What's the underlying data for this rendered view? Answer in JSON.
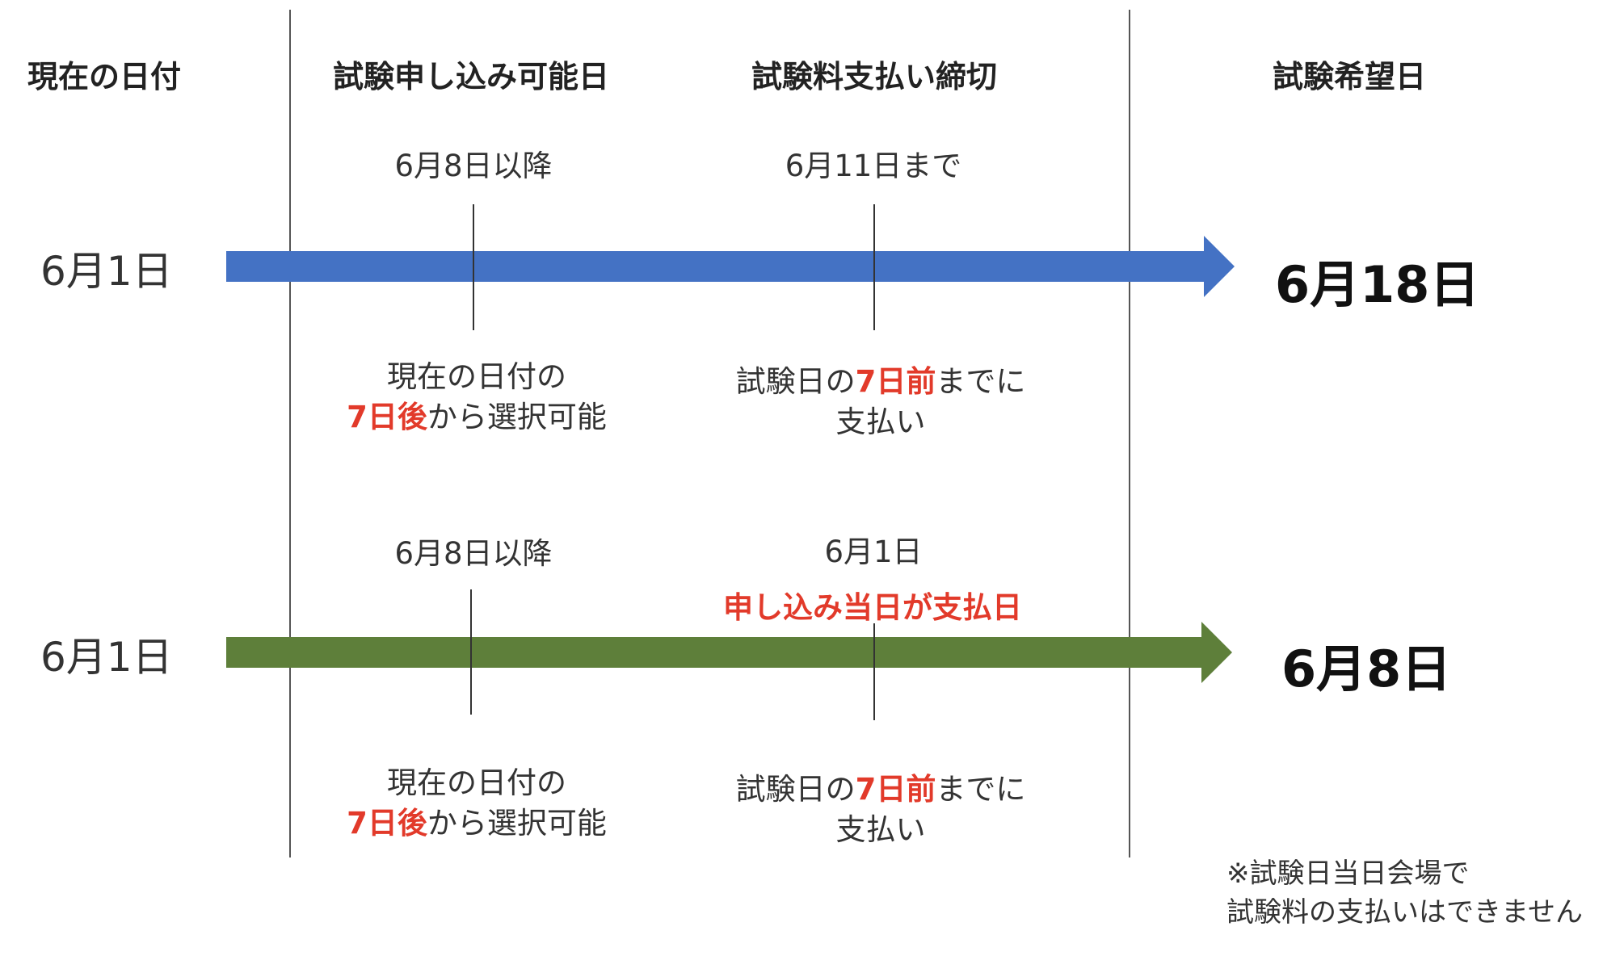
{
  "headers": {
    "current_date": "現在の日付",
    "application_available": "試験申し込み可能日",
    "payment_deadline": "試験料支払い締切",
    "desired_exam_date": "試験希望日"
  },
  "colors": {
    "row1_arrow": "#4472c4",
    "row2_arrow": "#5e7f3a",
    "highlight": "#e23a2a"
  },
  "row1": {
    "start_date": "6月1日",
    "application_date": "6月8日以降",
    "payment_date": "6月11日まで",
    "end_date": "6月18日",
    "application_note_line1": "現在の日付の",
    "application_note_highlight": "7日後",
    "application_note_rest": "から選択可能",
    "payment_note_prefix": "試験日の",
    "payment_note_highlight": "7日前",
    "payment_note_suffix": "までに",
    "payment_note_line2": "支払い"
  },
  "row2": {
    "start_date": "6月1日",
    "application_date": "6月8日以降",
    "payment_date": "6月1日",
    "payment_callout": "申し込み当日が支払日",
    "end_date": "6月8日",
    "application_note_line1": "現在の日付の",
    "application_note_highlight": "7日後",
    "application_note_rest": "から選択可能",
    "payment_note_prefix": "試験日の",
    "payment_note_highlight": "7日前",
    "payment_note_suffix": "までに",
    "payment_note_line2": "支払い"
  },
  "footnote": {
    "line1": "※試験日当日会場で",
    "line2": "試験料の支払いはできません"
  }
}
